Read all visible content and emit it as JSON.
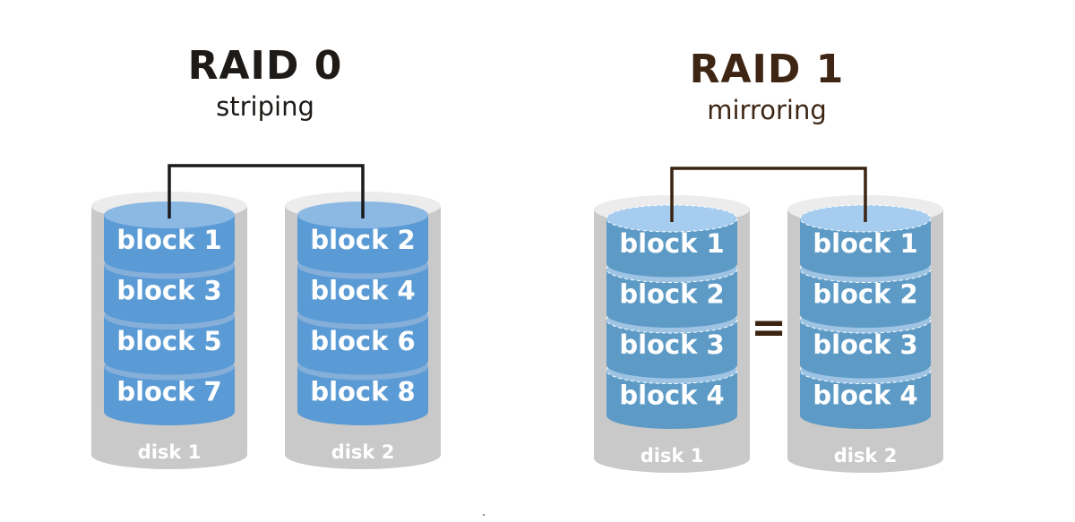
{
  "raid0": {
    "title": "RAID 0",
    "subtitle": "striping",
    "disks": [
      {
        "label": "disk 1",
        "blocks": [
          "block 1",
          "block 3",
          "block 5",
          "block 7"
        ]
      },
      {
        "label": "disk 2",
        "blocks": [
          "block 2",
          "block 4",
          "block 6",
          "block 8"
        ]
      }
    ],
    "colors": {
      "title": "#1e1a17",
      "connector": "#1a1a1a",
      "block": "#5b9bd5",
      "block_top": "#8cb8e4",
      "casing": "#c9c9c9"
    }
  },
  "raid1": {
    "title": "RAID 1",
    "subtitle": "mirroring",
    "equals_sign": "=",
    "disks": [
      {
        "label": "disk 1",
        "blocks": [
          "block 1",
          "block 2",
          "block 3",
          "block 4"
        ]
      },
      {
        "label": "disk 2",
        "blocks": [
          "block 1",
          "block 2",
          "block 3",
          "block 4"
        ]
      }
    ],
    "colors": {
      "title": "#3f2614",
      "connector": "#3a2410",
      "block": "#5d9bc6",
      "block_top": "#a6cdef",
      "casing": "#c9c9c9"
    }
  }
}
